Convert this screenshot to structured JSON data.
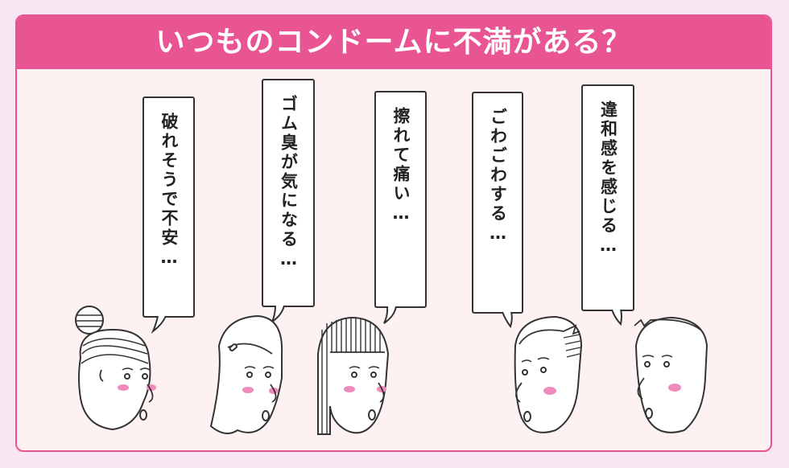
{
  "title": "いつものコンドームに不満がある？",
  "colors": {
    "background": "#f9e6f3",
    "panel": "#fdf2f1",
    "header": "#e85592",
    "cheek": "#ee8bbc",
    "ink": "#333333"
  },
  "bubbles": [
    {
      "text": "破れそうで不安…"
    },
    {
      "text": "ゴム臭が気になる…"
    },
    {
      "text": "擦れて痛い…"
    },
    {
      "text": "ごわごわする…"
    },
    {
      "text": "違和感を感じる…"
    }
  ],
  "characters": [
    {
      "icon": "woman-bun-hair-icon"
    },
    {
      "icon": "woman-long-hair-icon"
    },
    {
      "icon": "woman-bob-hair-icon"
    },
    {
      "icon": "man-striped-hair-icon"
    },
    {
      "icon": "man-short-hair-icon"
    }
  ]
}
